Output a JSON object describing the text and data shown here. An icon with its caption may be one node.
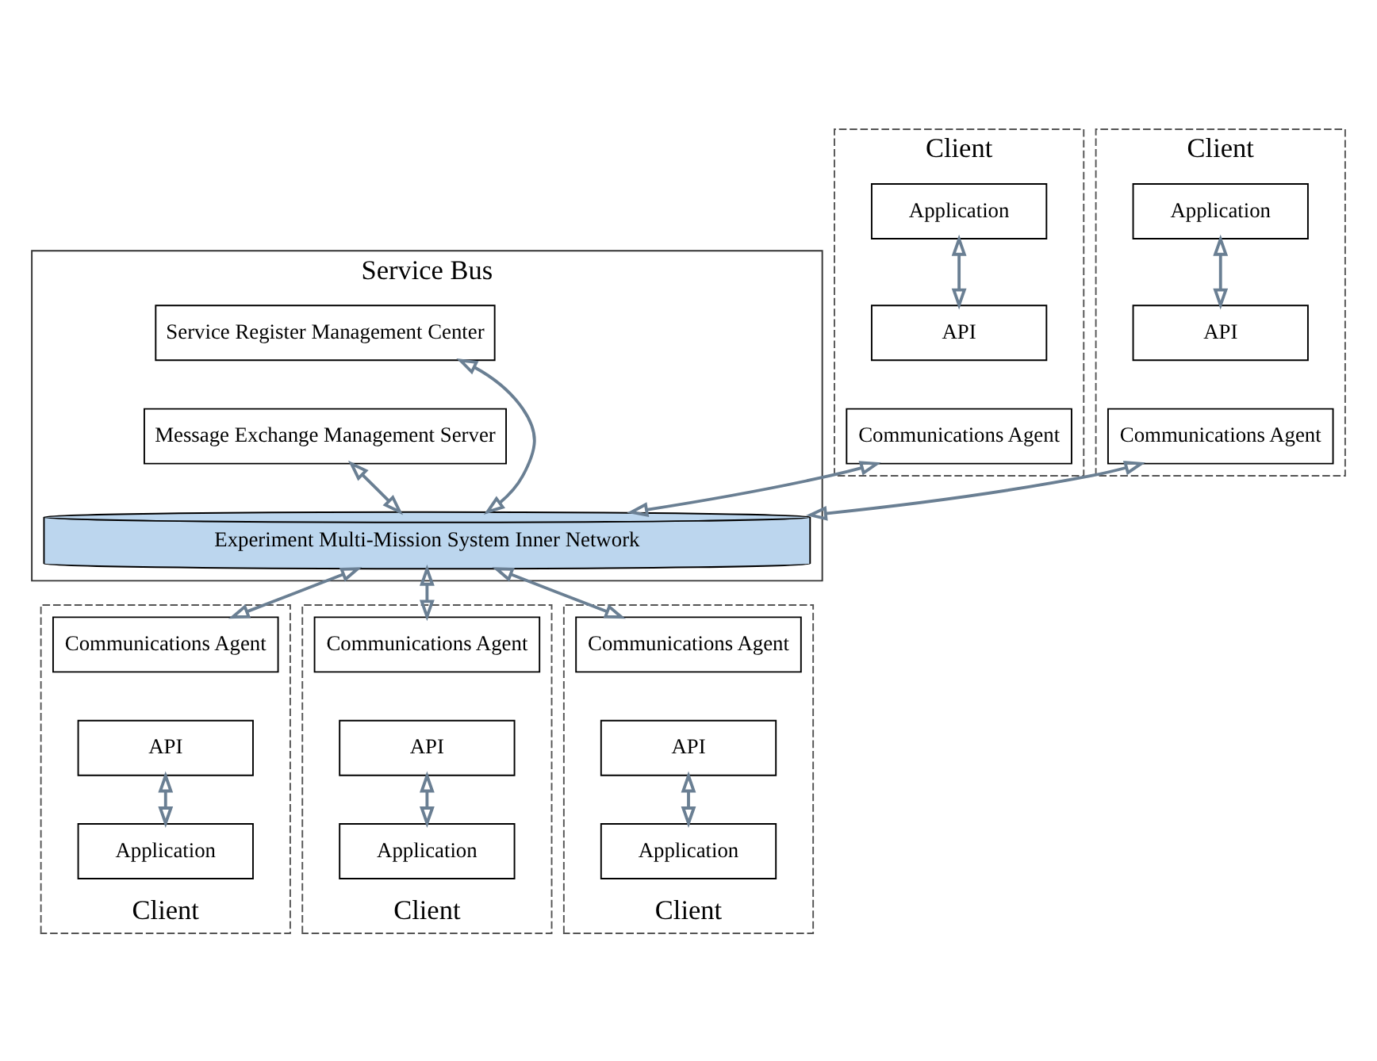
{
  "diagram": {
    "nodes": [
      {
        "text": [
          "Service Bus"
        ]
      },
      {
        "text": [
          "Client"
        ]
      },
      {
        "text": [
          "Application"
        ],
        "in": 1
      },
      {
        "text": [
          "API"
        ],
        "in": 1
      },
      {
        "text": [
          "Communications Agent"
        ],
        "in": 1
      },
      {
        "text": [
          "Service Register Management Center"
        ],
        "in": 0
      },
      {
        "text": [
          "Message Exchange Management Server"
        ],
        "in": 0
      },
      {
        "text": [
          "Client"
        ]
      },
      {
        "text": [
          "Application"
        ],
        "in": 7
      },
      {
        "text": [
          "API"
        ],
        "in": 7
      },
      {
        "text": [
          "Communications Agent"
        ],
        "in": 7
      },
      {
        "text": [
          "Experiment Multi-Mission System Inner Network"
        ],
        "in": 0
      },
      {
        "text": [
          "Client"
        ]
      },
      {
        "text": [
          "Communications Agent"
        ],
        "in": 12
      },
      {
        "text": [
          "API"
        ],
        "in": 12
      },
      {
        "text": [
          "Application"
        ],
        "in": 12
      },
      {
        "text": [
          "Client"
        ]
      },
      {
        "text": [
          "Communications Agent"
        ],
        "in": 16
      },
      {
        "text": [
          "API"
        ],
        "in": 16
      },
      {
        "text": [
          "Application"
        ],
        "in": 16
      },
      {
        "text": [
          "Client"
        ]
      },
      {
        "text": [
          "Communications Agent"
        ],
        "in": 20
      },
      {
        "text": [
          "API"
        ],
        "in": 20
      },
      {
        "text": [
          "Application"
        ],
        "in": 20
      }
    ],
    "edges": [
      {
        "from": 2,
        "to": 3,
        "arrow": "both"
      },
      {
        "from": 4,
        "to": 11,
        "arrow": "both"
      },
      {
        "from": 5,
        "to": 11,
        "arrow": "both"
      },
      {
        "from": 6,
        "to": 11,
        "arrow": "both"
      },
      {
        "from": 8,
        "to": 9,
        "arrow": "both"
      },
      {
        "from": 10,
        "to": 11,
        "arrow": "both"
      },
      {
        "from": 11,
        "to": 13,
        "arrow": "both"
      },
      {
        "from": 14,
        "to": 15,
        "arrow": "both"
      },
      {
        "from": 11,
        "to": 17,
        "arrow": "both"
      },
      {
        "from": 18,
        "to": 19,
        "arrow": "both"
      },
      {
        "from": 11,
        "to": 21,
        "arrow": "both"
      },
      {
        "from": 22,
        "to": 23,
        "arrow": "both"
      }
    ]
  }
}
